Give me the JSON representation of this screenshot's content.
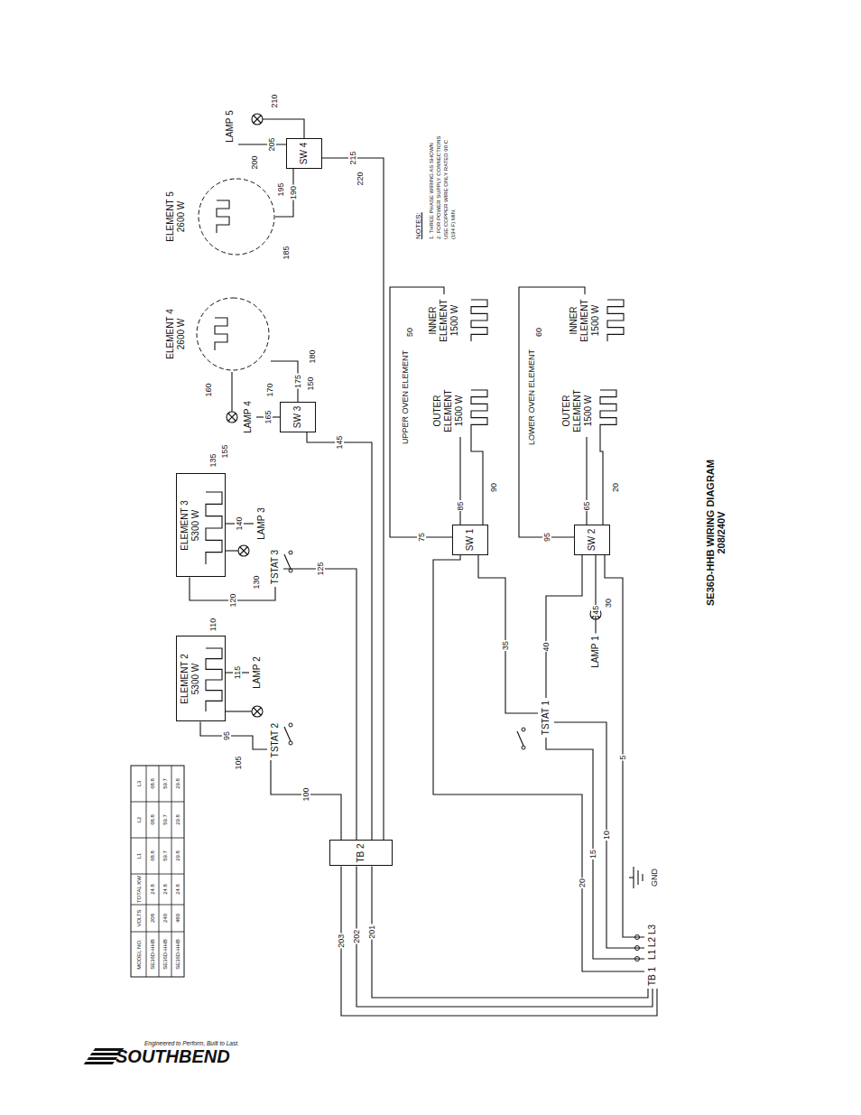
{
  "diagram": {
    "title": "SE36D-HHB WIRING DIAGRAM 208/240V",
    "nodes": [
      {
        "text": [
          "TB 1",
          "L1 L2 L3"
        ]
      },
      {
        "text": [
          "TB 2"
        ]
      },
      {
        "text": [
          "TSTAT 1"
        ]
      },
      {
        "text": [
          "LAMP 1"
        ]
      },
      {
        "text": [
          "SW 1"
        ]
      },
      {
        "text": [
          "SW 2"
        ]
      },
      {
        "text": [
          "OUTER ELEMENT 1500 W"
        ]
      },
      {
        "text": [
          "INNER ELEMENT 1500 W"
        ]
      },
      {
        "text": [
          "OUTER ELEMENT 1500 W"
        ]
      },
      {
        "text": [
          "INNER ELEMENT 1500 W"
        ]
      },
      {
        "text": [
          "TSTAT 2"
        ]
      },
      {
        "text": [
          "ELEMENT 2 5300 W"
        ]
      },
      {
        "text": [
          "LAMP 2"
        ]
      },
      {
        "text": [
          "TSTAT 3"
        ]
      },
      {
        "text": [
          "ELEMENT 3 5300 W"
        ]
      },
      {
        "text": [
          "LAMP 3"
        ]
      },
      {
        "text": [
          "SW 3"
        ]
      },
      {
        "text": [
          "ELEMENT 4 2600 W"
        ]
      },
      {
        "text": [
          "LAMP 4"
        ]
      },
      {
        "text": [
          "SW 4"
        ]
      },
      {
        "text": [
          "ELEMENT 5 2600 W"
        ]
      },
      {
        "text": [
          "LAMP 5"
        ]
      }
    ],
    "edges": [
      {
        "from": 0,
        "to": 4,
        "label": "20",
        "arrow": "none"
      },
      {
        "from": 0,
        "to": 2,
        "label": "15",
        "arrow": "none"
      },
      {
        "from": 0,
        "to": 2,
        "label": "10",
        "arrow": "none"
      },
      {
        "from": 0,
        "to": 5,
        "label": "5",
        "arrow": "none"
      },
      {
        "from": 2,
        "to": 4,
        "label": "35",
        "arrow": "none"
      },
      {
        "from": 2,
        "to": 5,
        "label": "40",
        "arrow": "none"
      },
      {
        "from": 3,
        "to": 5,
        "label": "45",
        "arrow": "none"
      },
      {
        "from": 4,
        "to": 6,
        "label": "85",
        "arrow": "none"
      },
      {
        "from": 4,
        "to": 7,
        "label": "75",
        "arrow": "none"
      },
      {
        "from": 5,
        "to": 8,
        "label": "65",
        "arrow": "none"
      },
      {
        "from": 5,
        "to": 9,
        "label": "95",
        "arrow": "none"
      },
      {
        "from": 0,
        "to": 1,
        "label": "203",
        "arrow": "none"
      },
      {
        "from": 0,
        "to": 1,
        "label": "202",
        "arrow": "none"
      },
      {
        "from": 0,
        "to": 1,
        "label": "201",
        "arrow": "none"
      },
      {
        "from": 1,
        "to": 10,
        "label": "100",
        "arrow": "none"
      },
      {
        "from": 1,
        "to": 13,
        "label": "125",
        "arrow": "none"
      },
      {
        "from": 1,
        "to": 16,
        "label": "145",
        "arrow": "none"
      },
      {
        "from": 1,
        "to": 19,
        "label": "215",
        "arrow": "none"
      },
      {
        "from": 10,
        "to": 11,
        "label": "95",
        "arrow": "none"
      },
      {
        "from": 11,
        "to": 12,
        "label": "115",
        "arrow": "none"
      },
      {
        "from": 13,
        "to": 14,
        "label": "120",
        "arrow": "none"
      },
      {
        "from": 14,
        "to": 15,
        "label": "140",
        "arrow": "none"
      },
      {
        "from": 16,
        "to": 17,
        "label": "175",
        "arrow": "none"
      },
      {
        "from": 16,
        "to": 18,
        "label": "165",
        "arrow": "none"
      },
      {
        "from": 19,
        "to": 20,
        "label": "190",
        "arrow": "none"
      },
      {
        "from": 19,
        "to": 21,
        "label": "205",
        "arrow": "none"
      }
    ],
    "labels": [
      "NOTES:",
      "1. THREE PHASE WIRING AS SHOWN",
      "2. FOR POWER SUPPLY CONNECTIONS",
      "USE COPPER WIRE ONLY RATED 90 C",
      "(194 F) MIN.",
      "UPPER OVEN ELEMENT",
      "LOWER OVEN ELEMENT",
      "GND",
      "30",
      "50",
      "60",
      "90",
      "20",
      "110",
      "105",
      "135",
      "130",
      "150",
      "155",
      "160",
      "170",
      "180",
      "185",
      "195",
      "200",
      "210",
      "220",
      "MODEL NO.",
      "VOLTS",
      "TOTAL KW",
      "L1",
      "L2",
      "L3",
      "SE36D-HHB",
      "208",
      "24.8",
      "68.8",
      "68.8",
      "68.8",
      "SE36D-HHB",
      "240",
      "24.8",
      "59.7",
      "59.7",
      "59.7",
      "SE36D-HHB",
      "480",
      "24.8",
      "29.8",
      "29.8",
      "29.8",
      "Engineered to Perform, Built to Last.",
      "SOUTHBEND"
    ]
  }
}
